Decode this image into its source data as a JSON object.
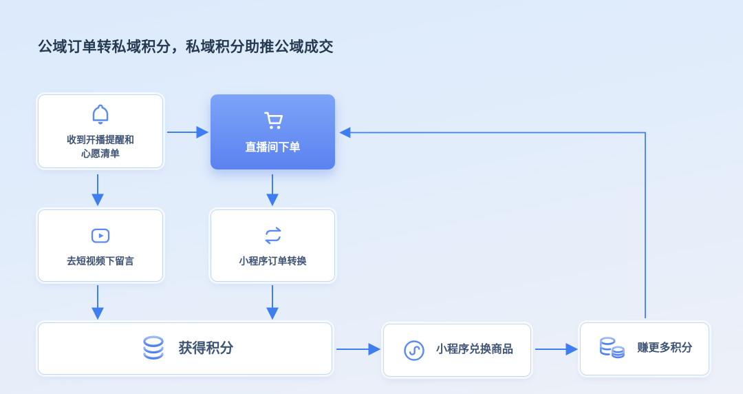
{
  "title": "公域订单转私域积分，私域积分助推公域成交",
  "colors": {
    "background_top": "#DCEAFB",
    "background_bottom": "#EDF0F8",
    "title_text": "#24384F",
    "node_background": "#FFFFFF",
    "node_border": "#BFD8F4",
    "node_label_text": "#3E5374",
    "highlight_node_gradient_top": "#7CA4F7",
    "highlight_node_gradient_bottom": "#5B82F0",
    "highlight_node_label": "#FFFFFF",
    "icon_blue": "#5B8AF5",
    "icon_gradient_light": "#9DBCF9",
    "icon_gradient_dark": "#4E7EF0",
    "arrow_blue": "#3F7EF0"
  },
  "flow": {
    "nodes": {
      "notify": {
        "icon": "bell-icon",
        "label_line1": "收到开播提醒和",
        "label_line2": "心愿清单"
      },
      "live_order": {
        "icon": "cart-icon",
        "label": "直播间下单",
        "highlighted": true
      },
      "video_comment": {
        "icon": "video-play-icon",
        "label": "去短视频下留言"
      },
      "order_convert": {
        "icon": "swap-arrows-icon",
        "label": "小程序订单转换"
      },
      "earn_points": {
        "icon": "coins-icon",
        "label": "获得积分"
      },
      "redeem_goods": {
        "icon": "miniprogram-icon",
        "label": "小程序兑换商品"
      },
      "more_points": {
        "icon": "coin-stacks-icon",
        "label": "赚更多积分"
      }
    },
    "edges": [
      {
        "from": "notify",
        "to": "live_order"
      },
      {
        "from": "notify",
        "to": "video_comment"
      },
      {
        "from": "live_order",
        "to": "order_convert"
      },
      {
        "from": "video_comment",
        "to": "earn_points"
      },
      {
        "from": "order_convert",
        "to": "earn_points"
      },
      {
        "from": "earn_points",
        "to": "redeem_goods"
      },
      {
        "from": "redeem_goods",
        "to": "more_points"
      },
      {
        "from": "more_points",
        "to": "live_order"
      }
    ]
  }
}
